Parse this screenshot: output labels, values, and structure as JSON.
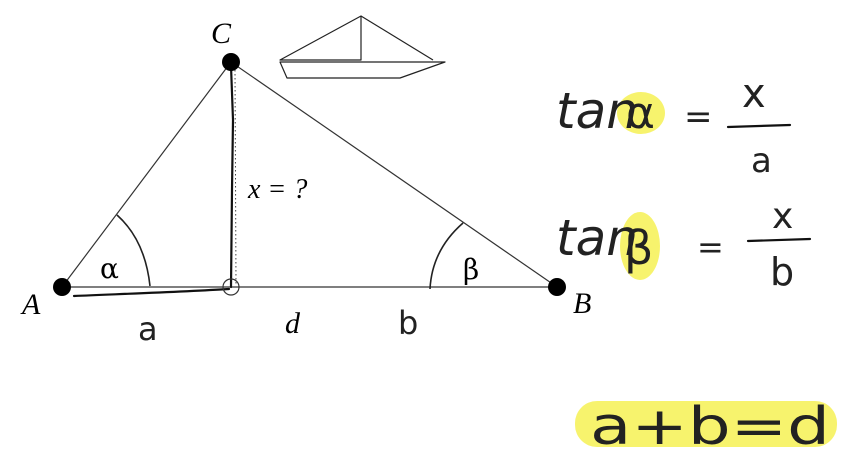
{
  "diagram": {
    "vertices": {
      "a_label": "A",
      "b_label": "B",
      "c_label": "C"
    },
    "angles": {
      "alpha": "α",
      "beta": "β"
    },
    "height_label": "x = ?",
    "base_label": "d",
    "segment_a": "a",
    "segment_b": "b"
  },
  "notes": {
    "tan_alpha": {
      "func": "tan",
      "angle": "α",
      "eq": "=",
      "numerator": "x",
      "denominator": "a"
    },
    "tan_beta": {
      "func": "tan",
      "angle": "β",
      "eq": "=",
      "numerator": "x",
      "denominator": "b"
    },
    "sum": "a+b=d"
  },
  "colors": {
    "highlight": "#f4ef3c",
    "ink": "#111111"
  }
}
